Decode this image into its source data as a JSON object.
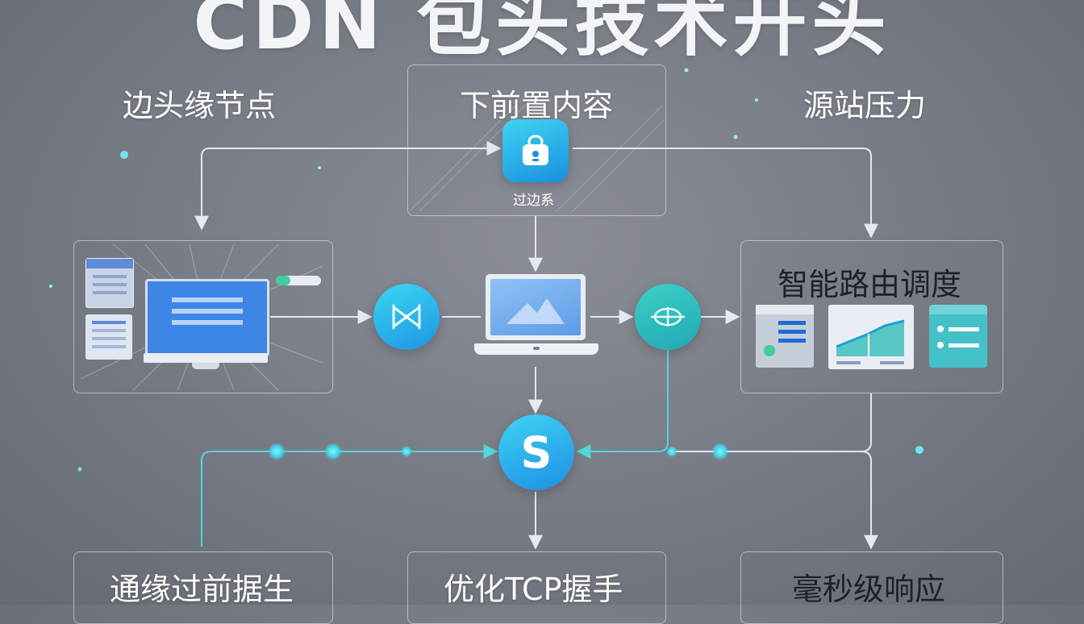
{
  "title": "CDN 包头技术开头",
  "labels": {
    "top_left": "边头缘节点",
    "top_center": "下前置内容",
    "top_right": "源站压力",
    "right_box": "智能路由调度",
    "bottom_left": "通缘过前据生",
    "bottom_center": "优化TCP握手",
    "bottom_right": "毫秒级响应"
  },
  "top_icon_caption": "过边系",
  "center_node_letter": "S",
  "icons": {
    "top_center": "user-badge-icon",
    "left_box": "desktop-monitor-icon",
    "left_circle": "network-icon",
    "center": "laptop-icon",
    "right_circle": "globe-icon",
    "hub": "s-node-icon",
    "right_box": [
      "dashboard-icon",
      "chart-icon",
      "list-icon"
    ]
  },
  "colors": {
    "background": "#767a83",
    "accent_cyan": "#3ed7ea",
    "accent_blue": "#2a9ff0",
    "teal": "#2fb6b8",
    "line": "#e4e7ee"
  }
}
